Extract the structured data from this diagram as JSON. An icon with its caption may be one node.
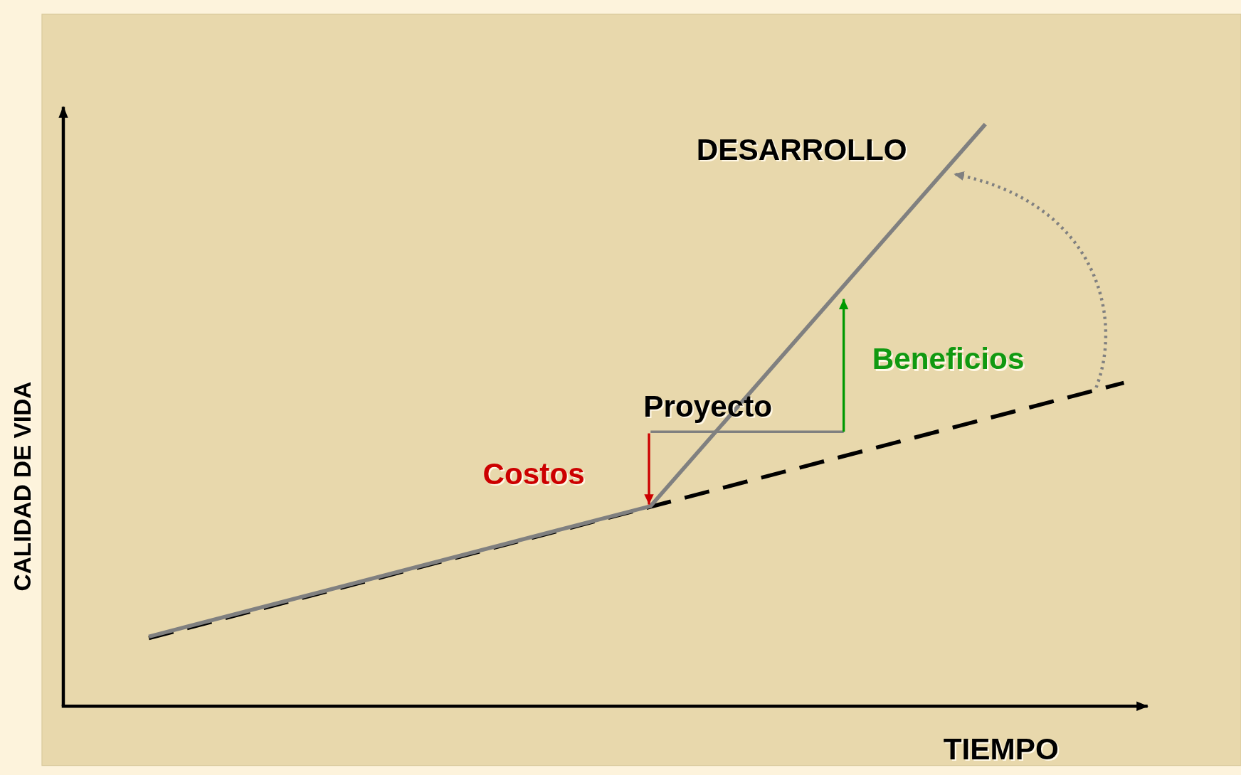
{
  "diagram": {
    "labels": [
      "DESARROLLO",
      "Beneficios",
      "Proyecto",
      "Costos",
      "CALIDAD DE VIDA",
      "TIEMPO"
    ]
  }
}
